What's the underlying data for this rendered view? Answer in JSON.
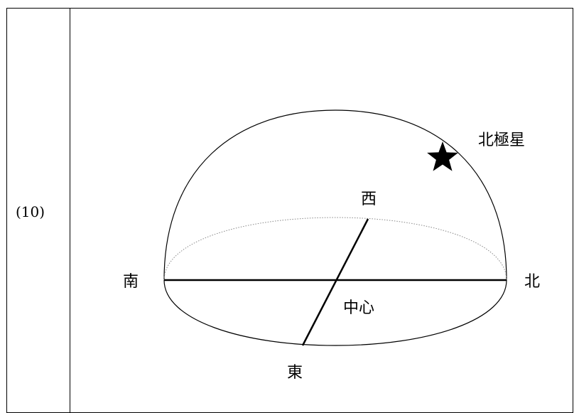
{
  "question": {
    "number": "(10)"
  },
  "labels": {
    "south": "南",
    "north": "北",
    "west": "西",
    "east": "東",
    "center": "中心",
    "polaris": "北極星"
  },
  "icons": {
    "star": "star-icon"
  }
}
